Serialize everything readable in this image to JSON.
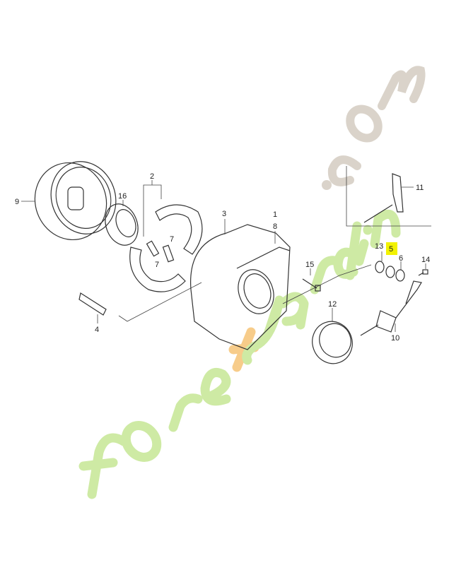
{
  "diagram": {
    "callouts": [
      "9",
      "16",
      "2",
      "7",
      "7",
      "3",
      "1",
      "8",
      "4",
      "15",
      "12",
      "13",
      "5",
      "6",
      "14",
      "10",
      "11"
    ],
    "highlighted_callout": "5",
    "highlight_color": "#f2f200"
  },
  "watermark": {
    "text_main": "foretjardin",
    "text_suffix": ".com",
    "colors": {
      "green": "#c9e89a",
      "orange": "#f7c77d",
      "gray": "#d6cfc4"
    }
  }
}
